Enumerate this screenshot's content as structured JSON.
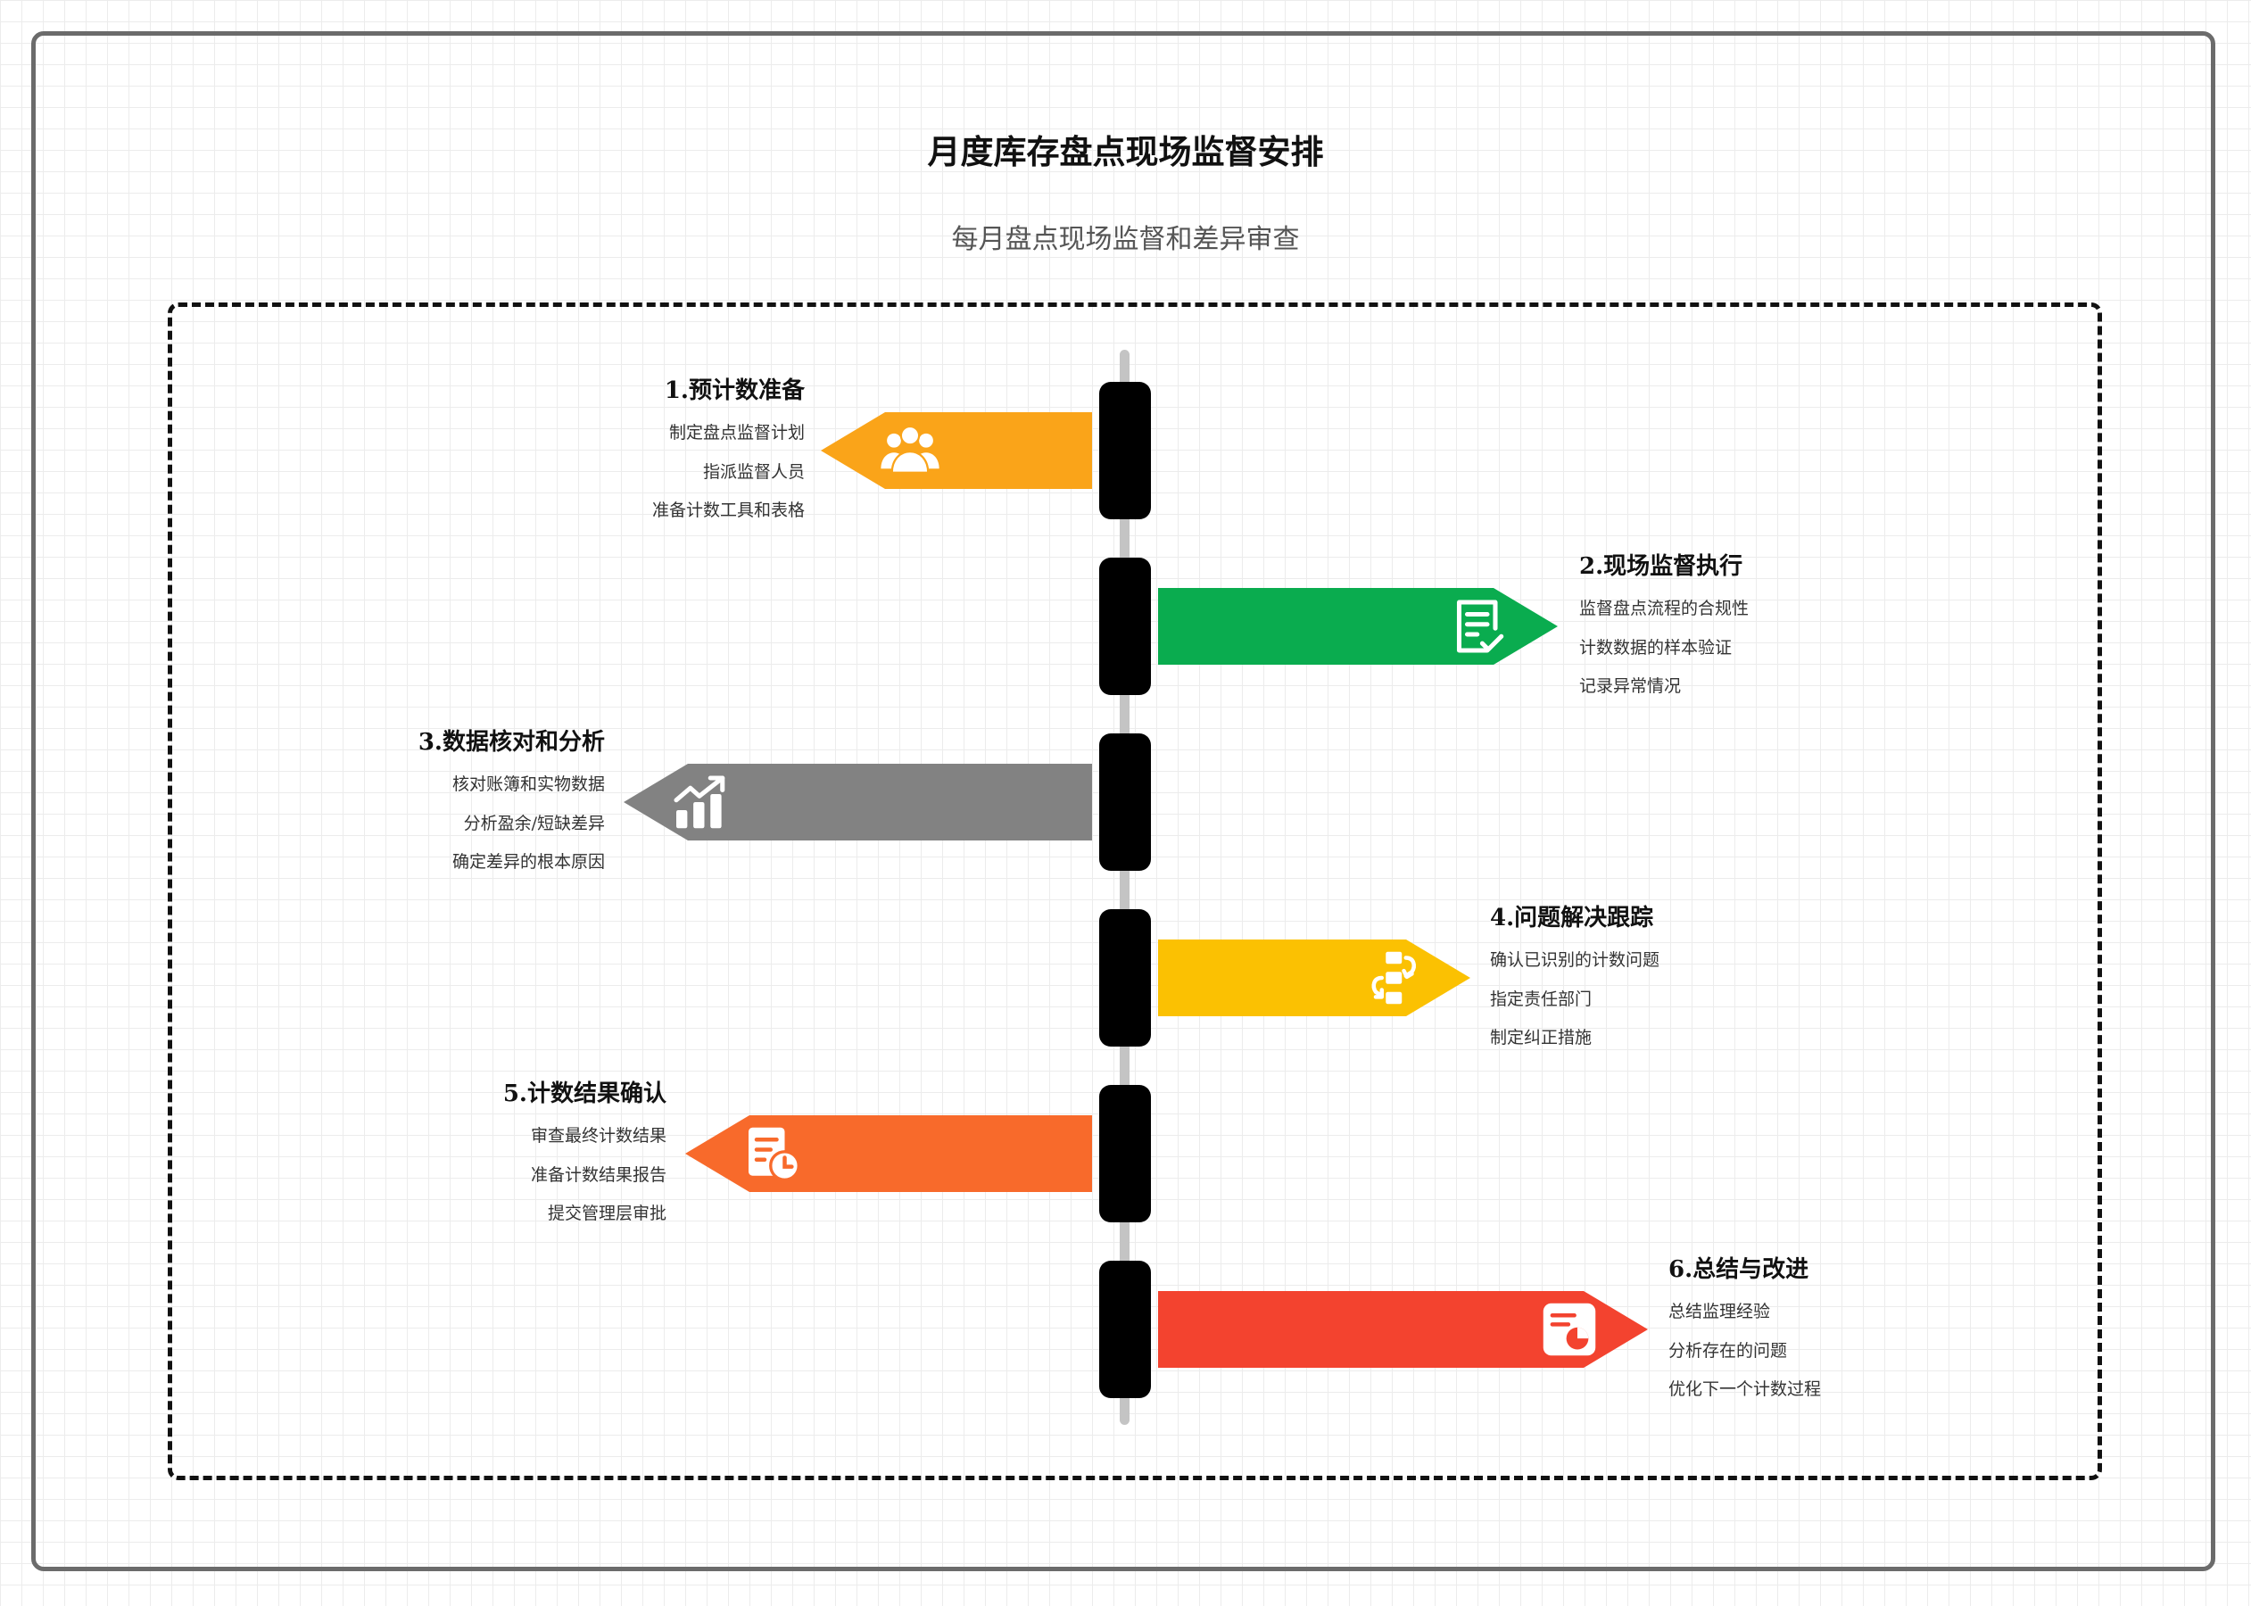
{
  "title": "月度库存盘点现场监督安排",
  "subtitle": "每月盘点现场监督和差异审查",
  "steps": [
    {
      "title": "1.预计数准备",
      "items": [
        "制定盘点监督计划",
        "指派监督人员",
        "准备计数工具和表格"
      ],
      "color": "#FAA419",
      "icon": "people-icon",
      "side": "left"
    },
    {
      "title": "2.现场监督执行",
      "items": [
        "监督盘点流程的合规性",
        "计数数据的样本验证",
        "记录异常情况"
      ],
      "color": "#0AAC4F",
      "icon": "checklist-icon",
      "side": "right"
    },
    {
      "title": "3.数据核对和分析",
      "items": [
        "核对账簿和实物数据",
        "分析盈余/短缺差异",
        "确定差异的根本原因"
      ],
      "color": "#828282",
      "icon": "chart-up-icon",
      "side": "left"
    },
    {
      "title": "4.问题解决跟踪",
      "items": [
        "确认已识别的计数问题",
        "指定责任部门",
        "制定纠正措施"
      ],
      "color": "#FBC102",
      "icon": "process-flow-icon",
      "side": "right"
    },
    {
      "title": "5.计数结果确认",
      "items": [
        "审查最终计数结果",
        "准备计数结果报告",
        "提交管理层审批"
      ],
      "color": "#F86A2B",
      "icon": "report-clock-icon",
      "side": "left"
    },
    {
      "title": "6.总结与改进",
      "items": [
        "总结监理经验",
        "分析存在的问题",
        "优化下一个计数过程"
      ],
      "color": "#F3432F",
      "icon": "report-pie-icon",
      "side": "right"
    }
  ]
}
